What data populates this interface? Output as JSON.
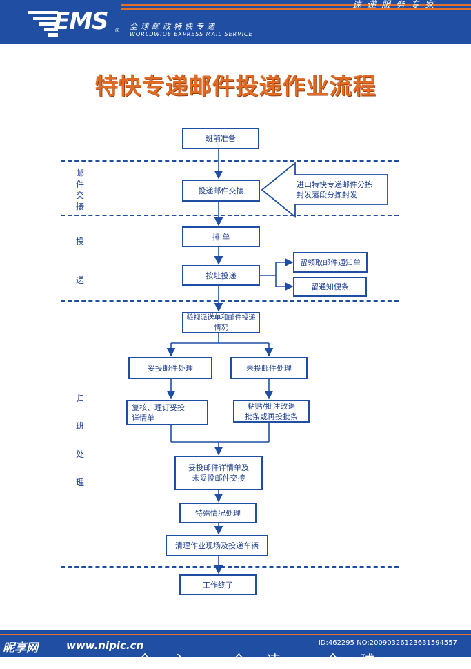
{
  "header": {
    "slogan": "速递服务专家",
    "logo_text": "EMS",
    "logo_mark": "®",
    "logo_cn": "全球邮政特快专递",
    "logo_en": "WORLDWIDE EXPRESS MAIL SERVICE"
  },
  "title": "特快专递邮件投递作业流程",
  "phases": {
    "exchange": [
      "邮",
      "件",
      "交",
      "接"
    ],
    "delivery": [
      "投",
      "递"
    ],
    "return": [
      "归",
      "班",
      "处",
      "理"
    ]
  },
  "nodes": {
    "prep": "班前准备",
    "handover": "投递邮件交接",
    "import_line1": "进口特快专递邮件分拣",
    "import_line2": "封发落段分拣封发",
    "sort": "排  单",
    "deliver": "按址投递",
    "notice": "留领取邮件通知单",
    "memo": "留通知便条",
    "verify": "验视派送单和邮件投递情况",
    "delivered": "妥投邮件处理",
    "undelivered": "未投邮件处理",
    "review_line1": "复核、理订妥投",
    "review_line2": "详情单",
    "paste_line1": "粘贴/批注改退",
    "paste_line2": "批条或再投批条",
    "summary_line1": "妥投邮件详情单及",
    "summary_line2": "未妥投邮件交接",
    "special": "特殊情况处理",
    "cleanup": "清理作业现场及投递车辆",
    "end": "工作终了"
  },
  "footer": {
    "watermark": "昵享网",
    "url": "www.nipic.cn",
    "id": "ID:462295 NO:20090326123631594557",
    "motto": "全心 全速 全球"
  },
  "colors": {
    "brand_blue": "#1f4ea3",
    "accent_orange": "#e0702c",
    "text_blue": "#1f3f8f"
  }
}
